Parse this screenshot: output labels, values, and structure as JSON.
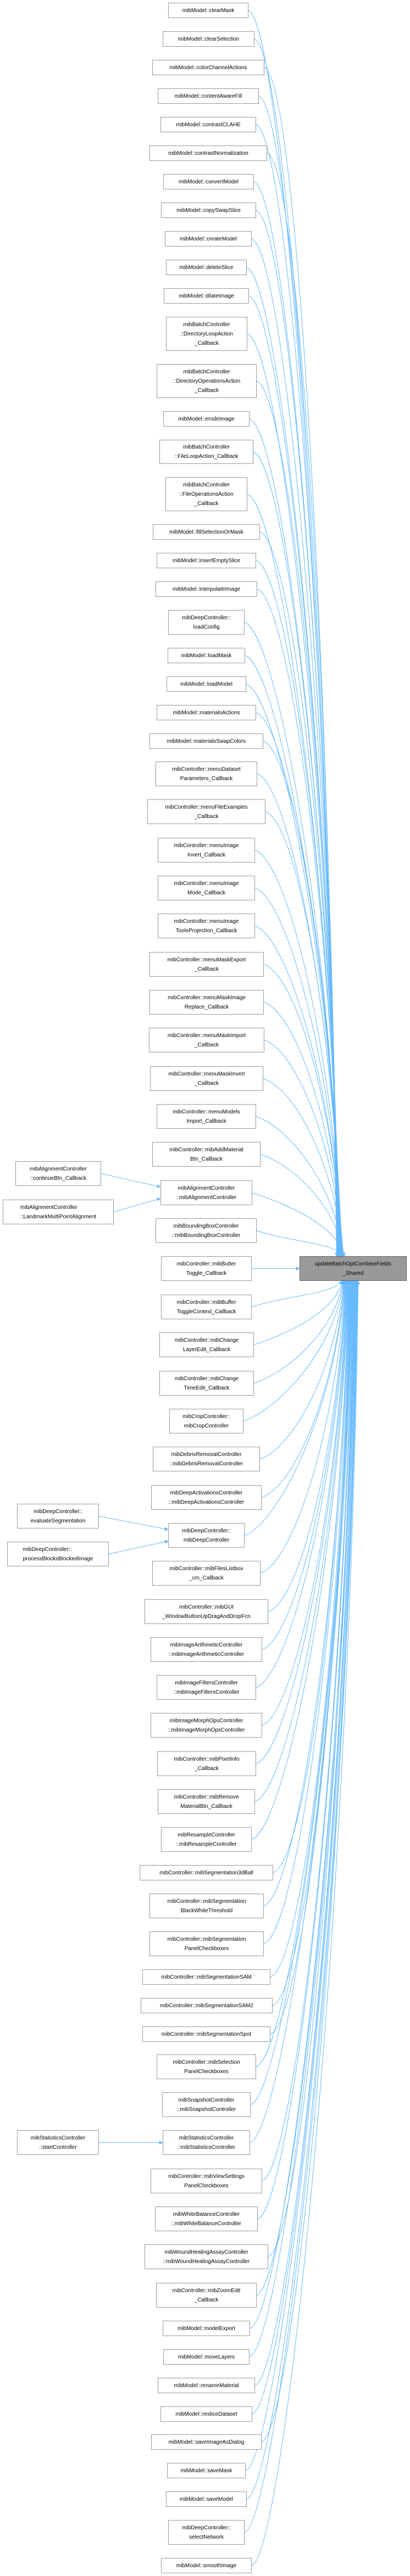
{
  "diagram": {
    "type": "caller-graph",
    "edge_color": "#63b8ff",
    "target": {
      "id": "target",
      "label": "updateBatchOptCombineFields\n_Shared"
    },
    "callers": [
      {
        "id": "n1",
        "label": "mibModel::clearMask"
      },
      {
        "id": "n2",
        "label": "mibModel::clearSelection"
      },
      {
        "id": "n3",
        "label": "mibModel::colorChannelActions"
      },
      {
        "id": "n4",
        "label": "mibModel::contentAwareFill"
      },
      {
        "id": "n5",
        "label": "mibModel::contrastCLAHE"
      },
      {
        "id": "n6",
        "label": "mibModel::contrastNormalization"
      },
      {
        "id": "n7",
        "label": "mibModel::convertModel"
      },
      {
        "id": "n8",
        "label": "mibModel::copySwapSlice"
      },
      {
        "id": "n9",
        "label": "mibModel::createModel"
      },
      {
        "id": "n10",
        "label": "mibModel::deleteSlice"
      },
      {
        "id": "n11",
        "label": "mibModel::dilateImage"
      },
      {
        "id": "n12",
        "label": "mibBatchController\n::DirectoryLoopAction\n_Callback"
      },
      {
        "id": "n13",
        "label": "mibBatchController\n::DirectoryOperationsAction\n_Callback"
      },
      {
        "id": "n14",
        "label": "mibModel::erodeImage"
      },
      {
        "id": "n15",
        "label": "mibBatchController\n::FileLoopAction_Callback"
      },
      {
        "id": "n16",
        "label": "mibBatchController\n::FileOperationsAction\n_Callback"
      },
      {
        "id": "n17",
        "label": "mibModel::fillSelectionOrMask"
      },
      {
        "id": "n18",
        "label": "mibModel::insertEmptySlice"
      },
      {
        "id": "n19",
        "label": "mibModel::interpolateImage"
      },
      {
        "id": "n20",
        "label": "mibDeepController::\nloadConfig"
      },
      {
        "id": "n21",
        "label": "mibModel::loadMask"
      },
      {
        "id": "n22",
        "label": "mibModel::loadModel"
      },
      {
        "id": "n23",
        "label": "mibModel::materialsActions"
      },
      {
        "id": "n24",
        "label": "mibModel::materialsSwapColors"
      },
      {
        "id": "n25",
        "label": "mibController::menuDataset\nParameters_Callback"
      },
      {
        "id": "n26",
        "label": "mibController::menuFileExamples\n_Callback"
      },
      {
        "id": "n27",
        "label": "mibController::menuImage\nInvert_Callback"
      },
      {
        "id": "n28",
        "label": "mibController::menuImage\nMode_Callback"
      },
      {
        "id": "n29",
        "label": "mibController::menuImage\nToolsProjection_Callback"
      },
      {
        "id": "n30",
        "label": "mibController::menuMaskExport\n_Callback"
      },
      {
        "id": "n31",
        "label": "mibController::menuMaskImage\nReplace_Callback"
      },
      {
        "id": "n32",
        "label": "mibController::menuMaskImport\n_Callback"
      },
      {
        "id": "n33",
        "label": "mibController::menuMaskInvert\n_Callback"
      },
      {
        "id": "n34",
        "label": "mibController::menuModels\nImport_Callback"
      },
      {
        "id": "n35",
        "label": "mibController::mibAddMaterial\nBtn_Callback"
      },
      {
        "id": "n36",
        "label": "mibAlignmentController\n::mibAlignmentController"
      },
      {
        "id": "n37",
        "label": "mibBoundingBoxController\n::mibBoundingBoxController"
      },
      {
        "id": "n38",
        "label": "mibController::mibButter\nToggle_Callback"
      },
      {
        "id": "n39",
        "label": "mibController::mibBuffer\nToggleContext_Callback"
      },
      {
        "id": "n40",
        "label": "mibController::mibChange\nLayerEdit_Callback"
      },
      {
        "id": "n41",
        "label": "mibController::mibChange\nTimeEdit_Callback"
      },
      {
        "id": "n42",
        "label": "mibCropController::\nmibCropController"
      },
      {
        "id": "n43",
        "label": "mibDebrisRemovalController\n::mibDebrisRemovalController"
      },
      {
        "id": "n44",
        "label": "mibDeepActivationsController\n::mibDeepActivationsController"
      },
      {
        "id": "n45",
        "label": "mibDeepController::\nmibDeepController"
      },
      {
        "id": "n46",
        "label": "mibController::mibFilesListbox\n_cm_Callback"
      },
      {
        "id": "n47",
        "label": "mibController::mibGUI\n_WindowButtonUpDragAndDropFcn"
      },
      {
        "id": "n48",
        "label": "mibImageArithmeticController\n::mibImageArithmeticController"
      },
      {
        "id": "n49",
        "label": "mibImageFiltersController\n::mibImageFiltersController"
      },
      {
        "id": "n50",
        "label": "mibImageMorphOpsController\n::mibImageMorphOpsController"
      },
      {
        "id": "n51",
        "label": "mibController::mibPixelInfo\n_Callback"
      },
      {
        "id": "n52",
        "label": "mibController::mibRemove\nMaterialBtn_Callback"
      },
      {
        "id": "n53",
        "label": "mibResampleController\n::mibResampleController"
      },
      {
        "id": "n54",
        "label": "mibController::mibSegmentation3dBall"
      },
      {
        "id": "n55",
        "label": "mibController::mibSegmentation\nBlackWhiteThreshold"
      },
      {
        "id": "n56",
        "label": "mibController::mibSegmentation\nPanelCheckboxes"
      },
      {
        "id": "n57",
        "label": "mibController::mibSegmentationSAM"
      },
      {
        "id": "n58",
        "label": "mibController::mibSegmentationSAM2"
      },
      {
        "id": "n59",
        "label": "mibController::mibSegmentationSpot"
      },
      {
        "id": "n60",
        "label": "mibController::mibSelection\nPanelCheckboxes"
      },
      {
        "id": "n61",
        "label": "mibSnapshotController\n::mibSnapshotController"
      },
      {
        "id": "n62",
        "label": "mibStatisticsController\n::mibStatisticsController"
      },
      {
        "id": "n63",
        "label": "mibController::mibViewSettings\nPanelCheckboxes"
      },
      {
        "id": "n64",
        "label": "mibWhiteBalanceController\n::mibWhiteBalanceController"
      },
      {
        "id": "n65",
        "label": "mibWoundHealingAssayController\n::mibWoundHealingAssayController"
      },
      {
        "id": "n66",
        "label": "mibController::mibZoomEdit\n_Callback"
      },
      {
        "id": "n67",
        "label": "mibModel::modelExport"
      },
      {
        "id": "n68",
        "label": "mibModel::moveLayers"
      },
      {
        "id": "n69",
        "label": "mibModel::renameMaterial"
      },
      {
        "id": "n70",
        "label": "mibModel::resliceDataset"
      },
      {
        "id": "n71",
        "label": "mibModel::saveImageAsDialog"
      },
      {
        "id": "n72",
        "label": "mibModel::saveMask"
      },
      {
        "id": "n73",
        "label": "mibModel::saveModel"
      },
      {
        "id": "n74",
        "label": "mibDeepController::\nselectNetwork"
      },
      {
        "id": "n75",
        "label": "mibModel::smoothImage"
      }
    ],
    "second_level_callers": [
      {
        "id": "a1",
        "label": "mibAlignmentController\n::continueBtn_Callback",
        "calls": "n36"
      },
      {
        "id": "a2",
        "label": "mibAlignmentController\n::LandmarkMultiPointAlignment",
        "calls": "n36"
      },
      {
        "id": "d1",
        "label": "mibDeepController::\nevaluateSegmentation",
        "calls": "n45"
      },
      {
        "id": "d2",
        "label": "mibDeepController::\nprocessBlocksBlockedImage",
        "calls": "n45"
      },
      {
        "id": "s1",
        "label": "mibStatisticsController\n::startController",
        "calls": "n62"
      }
    ]
  }
}
